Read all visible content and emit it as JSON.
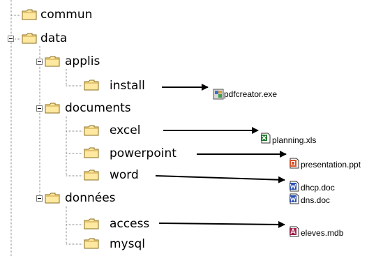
{
  "tree": {
    "folders": [
      {
        "label": "commun"
      },
      {
        "label": "data"
      },
      {
        "label": "applis"
      },
      {
        "label": "install"
      },
      {
        "label": "documents"
      },
      {
        "label": "excel"
      },
      {
        "label": "powerpoint"
      },
      {
        "label": "word"
      },
      {
        "label": "données"
      },
      {
        "label": "access"
      },
      {
        "label": "mysql"
      }
    ]
  },
  "files": [
    {
      "label": "pdfcreator.exe",
      "icon": "exe-icon"
    },
    {
      "label": "planning.xls",
      "icon": "excel-icon"
    },
    {
      "label": "presentation.ppt",
      "icon": "powerpoint-icon"
    },
    {
      "label": "dhcp.doc",
      "icon": "word-icon"
    },
    {
      "label": "dns.doc",
      "icon": "word-icon"
    },
    {
      "label": "eleves.mdb",
      "icon": "access-icon"
    }
  ],
  "colors": {
    "folder_fill": "#ffe9a0",
    "folder_stroke": "#8a6d1e",
    "tree_line": "#808080",
    "arrow": "#000000"
  }
}
